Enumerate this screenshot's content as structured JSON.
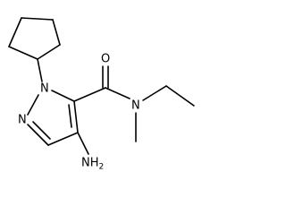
{
  "atoms": {
    "n1": "N",
    "n2": "N",
    "o": "O",
    "n_amide": "N",
    "nh2_main": "NH",
    "nh2_sub": "2"
  },
  "colors": {
    "bond": "#000000",
    "background": "#ffffff"
  }
}
